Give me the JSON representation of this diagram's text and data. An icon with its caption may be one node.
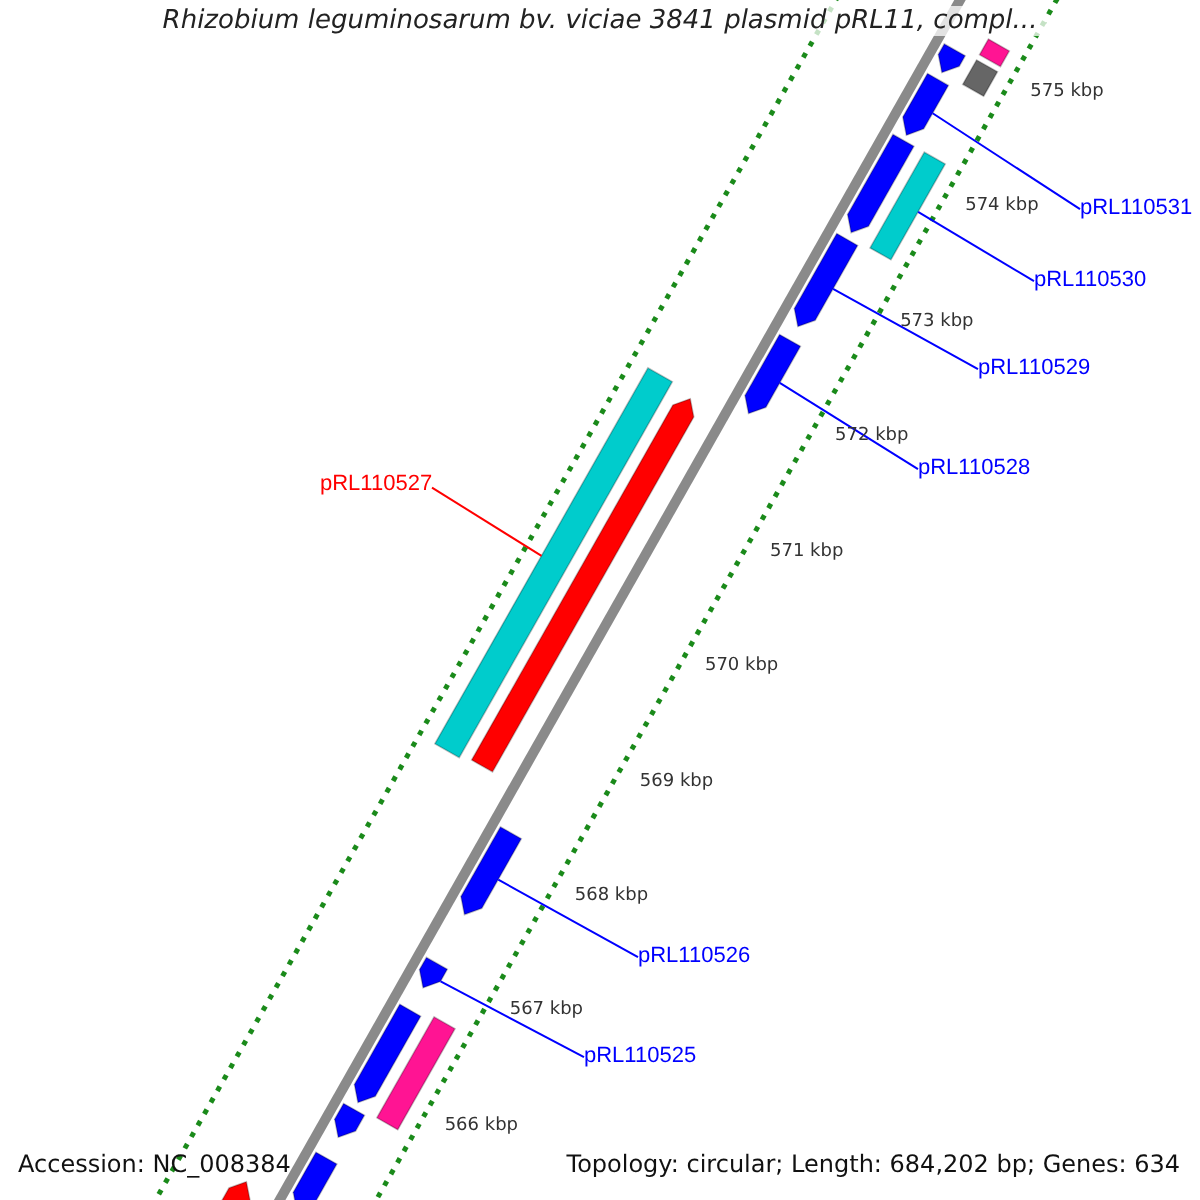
{
  "diagram": {
    "title": "Rhizobium leguminosarum bv. viciae 3841 plasmid pRL11, compl...",
    "nodes": [
      {
        "text": [
          "pRL110531"
        ]
      },
      {
        "text": [
          "pRL110530"
        ]
      },
      {
        "text": [
          "pRL110529"
        ]
      },
      {
        "text": [
          "pRL110528"
        ]
      },
      {
        "text": [
          "pRL110527"
        ]
      },
      {
        "text": [
          "pRL110526"
        ]
      },
      {
        "text": [
          "pRL110525"
        ]
      },
      {
        "text": [],
        "shape": "bar"
      },
      {
        "text": [],
        "shape": "bar"
      },
      {
        "text": [],
        "shape": "bar"
      },
      {
        "text": [],
        "shape": "bar"
      },
      {
        "text": [],
        "shape": "bar"
      },
      {
        "text": [],
        "shape": "bar"
      },
      {
        "text": [],
        "shape": "bar"
      },
      {
        "text": [],
        "shape": "bar"
      },
      {
        "text": [],
        "shape": "bar"
      },
      {
        "text": [],
        "shape": "bar"
      },
      {
        "text": [],
        "shape": "bar"
      },
      {
        "text": [],
        "shape": "bar"
      },
      {
        "text": [],
        "shape": "bar"
      },
      {
        "text": [],
        "shape": "bar"
      },
      {
        "text": [],
        "shape": "bar"
      },
      {
        "text": [],
        "shape": "bar"
      },
      {
        "text": [],
        "shape": "bar"
      }
    ],
    "edges": [
      {
        "from": 0,
        "to": 10,
        "arrow": "none"
      },
      {
        "from": 1,
        "to": 12,
        "arrow": "none"
      },
      {
        "from": 2,
        "to": 13,
        "arrow": "none"
      },
      {
        "from": 3,
        "to": 14,
        "arrow": "none"
      },
      {
        "from": 4,
        "to": 15,
        "arrow": "none",
        "color": "#ff0000"
      },
      {
        "from": 5,
        "to": 17,
        "arrow": "none"
      },
      {
        "from": 6,
        "to": 18,
        "arrow": "none"
      }
    ],
    "labels": [
      "575 kbp",
      "574 kbp",
      "573 kbp",
      "572 kbp",
      "571 kbp",
      "570 kbp",
      "569 kbp",
      "568 kbp",
      "567 kbp",
      "566 kbp",
      "Accession: NC_008384",
      "Topology: circular; Length: 684,202 bp; Genes: 634"
    ]
  }
}
